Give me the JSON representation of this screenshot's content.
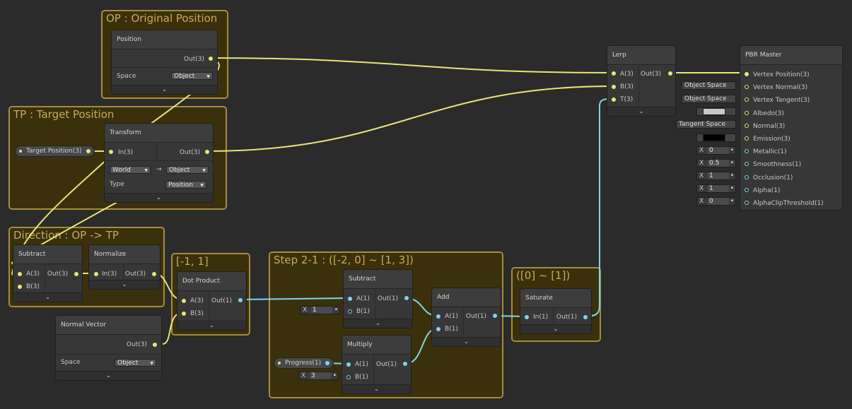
{
  "groups": {
    "op": "OP : Original Position",
    "tp": "TP : Target Position",
    "dir": "Direction : OP -> TP",
    "range": "[-1, 1]",
    "step": "Step 2-1 : ([-2, 0] ~ [1, 3])",
    "sat": "([0] ~ [1])"
  },
  "position_node": {
    "title": "Position",
    "out": "Out(3)",
    "space_label": "Space",
    "space_value": "Object"
  },
  "transform_node": {
    "title": "Transform",
    "in": "In(3)",
    "out": "Out(3)",
    "from": "World",
    "arrow": "→",
    "to": "Object",
    "type_label": "Type",
    "type_value": "Position"
  },
  "target_property": {
    "label": "Target Position(3)"
  },
  "subtract1": {
    "title": "Subtract",
    "a": "A(3)",
    "b": "B(3)",
    "out": "Out(3)"
  },
  "normalize": {
    "title": "Normalize",
    "in": "In(3)",
    "out": "Out(3)"
  },
  "normal_vector": {
    "title": "Normal Vector",
    "out": "Out(3)",
    "space_label": "Space",
    "space_value": "Object"
  },
  "dot_product": {
    "title": "Dot Product",
    "a": "A(3)",
    "b": "B(3)",
    "out": "Out(1)"
  },
  "subtract2": {
    "title": "Subtract",
    "a": "A(1)",
    "b": "B(1)",
    "out": "Out(1)",
    "b_x": "X",
    "b_value": "1"
  },
  "multiply": {
    "title": "Multiply",
    "a": "A(1)",
    "b": "B(1)",
    "out": "Out(1)",
    "b_x": "X",
    "b_value": "3"
  },
  "progress_property": {
    "label": "Progress(1)"
  },
  "add": {
    "title": "Add",
    "a": "A(1)",
    "b": "B(1)",
    "out": "Out(1)"
  },
  "saturate": {
    "title": "Saturate",
    "in": "In(1)",
    "out": "Out(1)"
  },
  "lerp": {
    "title": "Lerp",
    "a": "A(3)",
    "b": "B(3)",
    "t": "T(3)",
    "out": "Out(3)"
  },
  "pbr": {
    "title": "PBR Master",
    "inputs": [
      "Vertex Position(3)",
      "Vertex Normal(3)",
      "Vertex Tangent(3)",
      "Albedo(3)",
      "Normal(3)",
      "Emission(3)",
      "Metallic(1)",
      "Smoothness(1)",
      "Occlusion(1)",
      "Alpha(1)",
      "AlphaClipThreshold(1)"
    ],
    "vn_space": "Object Space",
    "vt_space": "Object Space",
    "normal_space": "Tangent Space",
    "albedo_color": "#c8c8c8",
    "emission_color": "#000000",
    "x": "X",
    "metallic": "0",
    "smoothness": "0.5",
    "occlusion": "1",
    "alpha": "1",
    "alpha_clip": "0"
  },
  "colors": {
    "group_border": "#a68c3a",
    "group_fill": "#3b300c",
    "wire_vector": "#e8e57a",
    "wire_scalar": "#80d4e8"
  },
  "icons": {
    "expander": "chevron-down-icon",
    "dropdown": "triangle-down-icon",
    "port": "connector-dot-icon"
  }
}
